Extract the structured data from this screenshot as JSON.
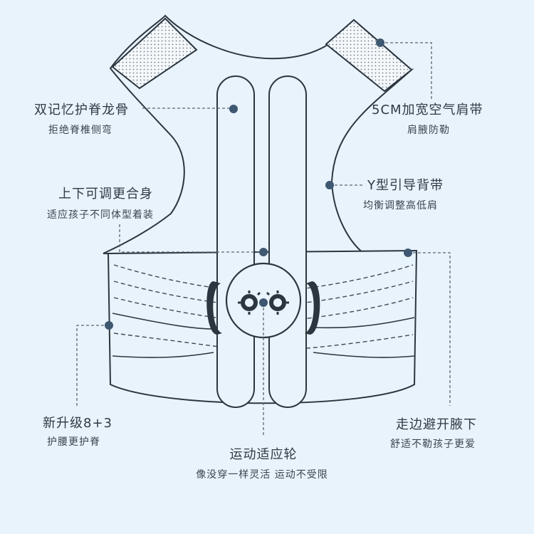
{
  "colors": {
    "background": "#e9f3fb",
    "outline": "#2c3640",
    "leader_line": "#5a6672",
    "dot": "#3e5872",
    "text": "#2f3a45"
  },
  "callouts": {
    "spine": {
      "title": "双记忆护脊龙骨",
      "sub": "拒绝脊椎侧弯"
    },
    "shoulder": {
      "title": "5CM加宽空气肩带",
      "sub": "肩腋防勒"
    },
    "ystrap": {
      "title": "Y型引导背带",
      "sub": "均衡调整高低肩"
    },
    "adjust": {
      "title": "上下可调更合身",
      "sub": "适应孩子不同体型着装"
    },
    "waist": {
      "title": "新升级8+3",
      "sub": "护腰更护脊"
    },
    "underarm": {
      "title": "走边避开腋下",
      "sub": "舒适不勒孩子更爱"
    },
    "wheel": {
      "title": "运动适应轮",
      "sub": "像没穿一样灵活 运动不受限"
    }
  }
}
